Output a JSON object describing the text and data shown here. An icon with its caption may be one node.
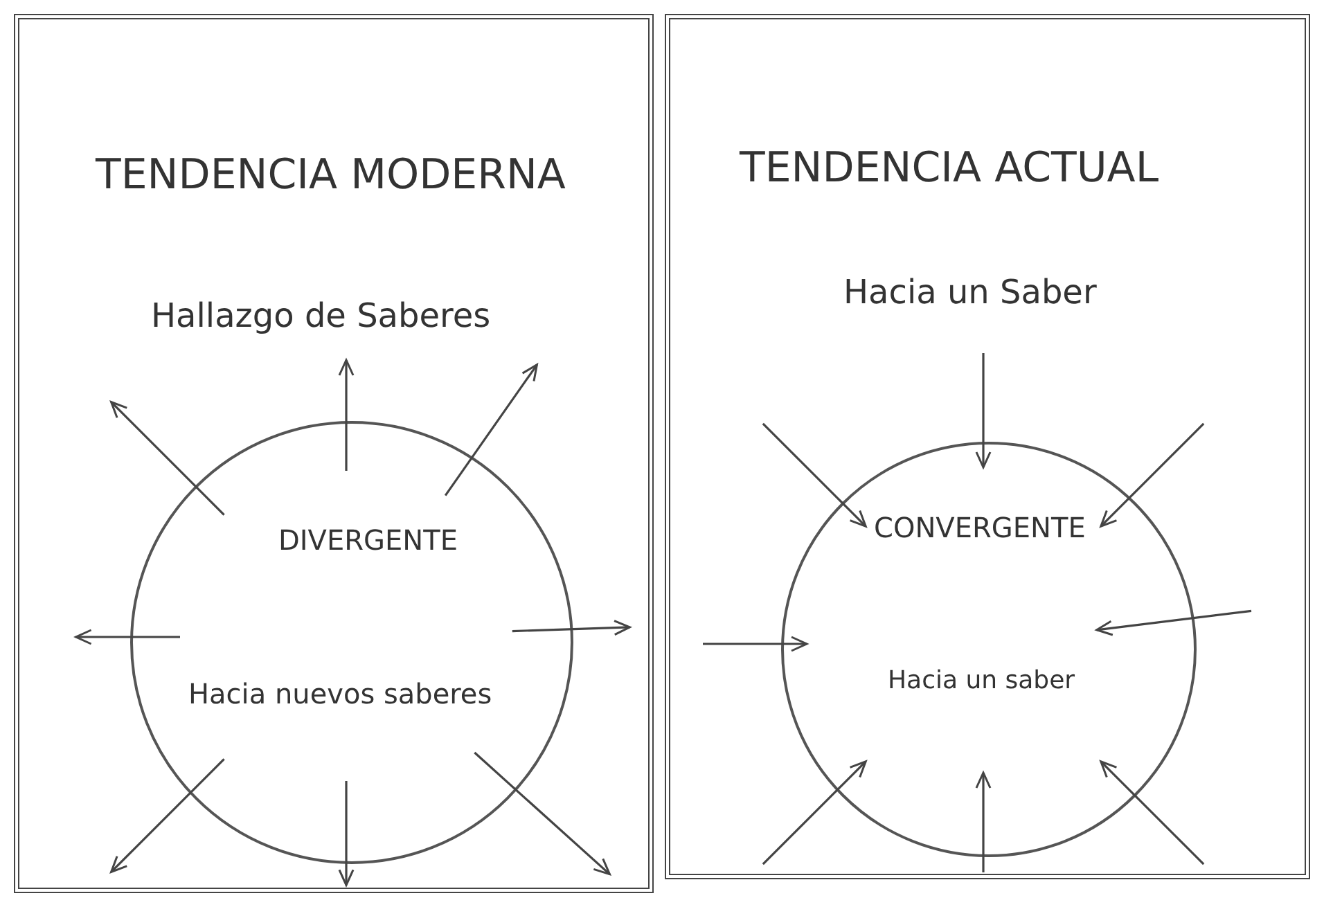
{
  "diagram": {
    "nodes": [
      {
        "text": [
          "TENDENCIA MODERNA",
          "Hallazgo de Saberes"
        ]
      },
      {
        "text": [
          "DIVERGENTE",
          "Hacia nuevos saberes"
        ],
        "in": 0
      },
      {
        "text": [
          "TENDENCIA ACTUAL",
          "Hacia un Saber"
        ]
      },
      {
        "text": [
          "CONVERGENTE",
          "Hacia un saber"
        ],
        "in": 2
      }
    ],
    "edges": [
      {
        "from": 1,
        "to": null,
        "arrow": "to"
      },
      {
        "from": 1,
        "to": null,
        "arrow": "to"
      },
      {
        "from": 1,
        "to": null,
        "arrow": "to"
      },
      {
        "from": 1,
        "to": null,
        "arrow": "to"
      },
      {
        "from": 1,
        "to": null,
        "arrow": "to"
      },
      {
        "from": 1,
        "to": null,
        "arrow": "to"
      },
      {
        "from": 1,
        "to": null,
        "arrow": "to"
      },
      {
        "from": 1,
        "to": null,
        "arrow": "to"
      },
      {
        "from": null,
        "to": 3,
        "arrow": "to"
      },
      {
        "from": null,
        "to": 3,
        "arrow": "to"
      },
      {
        "from": null,
        "to": 3,
        "arrow": "to"
      },
      {
        "from": null,
        "to": 3,
        "arrow": "to"
      },
      {
        "from": null,
        "to": 3,
        "arrow": "to"
      },
      {
        "from": null,
        "to": 3,
        "arrow": "to"
      },
      {
        "from": null,
        "to": 3,
        "arrow": "to"
      },
      {
        "from": null,
        "to": 3,
        "arrow": "to"
      }
    ]
  }
}
